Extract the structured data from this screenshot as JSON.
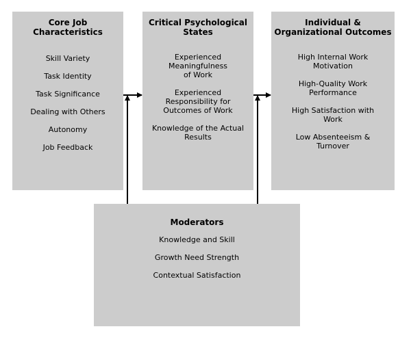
{
  "core": {
    "title": "Core Job Characteristics",
    "items": [
      "Skill Variety",
      "Task Identity",
      "Task Significance",
      "Dealing with Others",
      "Autonomy",
      "Job Feedback"
    ]
  },
  "critical": {
    "title_line1": "Critical Psychological",
    "title_line2": "States",
    "items": [
      [
        "Experienced",
        "Meaningfulness",
        "of Work"
      ],
      [
        "Experienced",
        "Responsibility for",
        "Outcomes of Work"
      ],
      [
        "Knowledge of the Actual",
        "Results"
      ]
    ]
  },
  "outcomes": {
    "title_line1": "Individual &",
    "title_line2": "Organizational Outcomes",
    "items": [
      [
        "High Internal Work",
        "Motivation"
      ],
      [
        "High-Quality Work",
        "Performance"
      ],
      [
        "High Satisfaction with",
        "Work"
      ],
      [
        "Low Absenteeism &",
        "Turnover"
      ]
    ]
  },
  "moderators": {
    "title": "Moderators",
    "items": [
      "Knowledge and Skill",
      "Growth Need Strength",
      "Contextual Satisfaction"
    ]
  },
  "colors": {
    "box_fill": "#cccccc",
    "arrow": "#000000"
  }
}
